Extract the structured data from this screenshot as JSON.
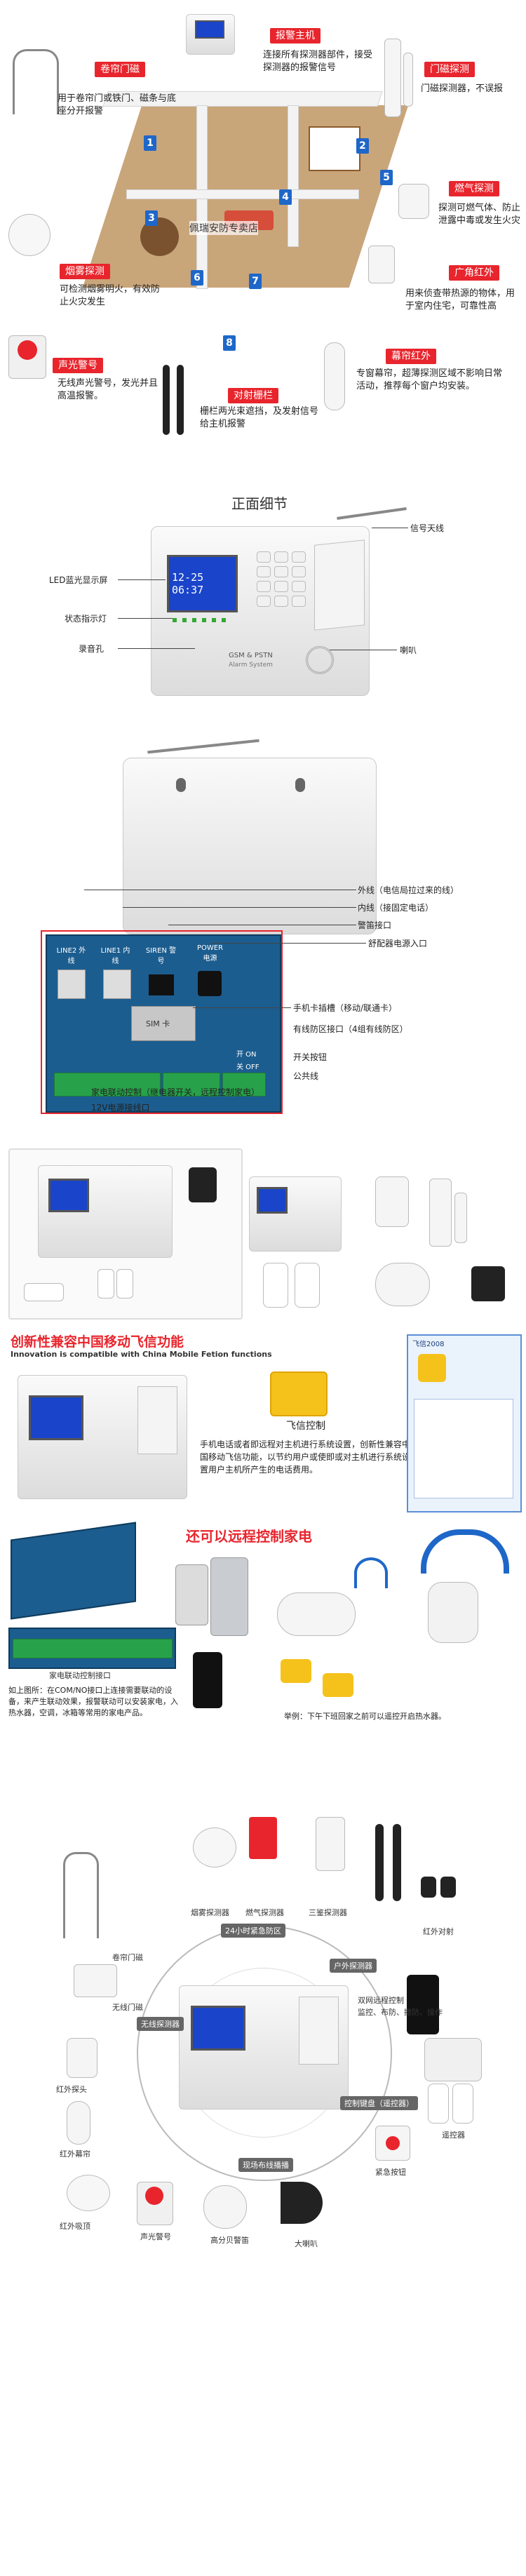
{
  "section1": {
    "center_label": "佩瑞安防专卖店",
    "items": [
      {
        "title": "卷帘门磁",
        "desc": "用于卷帘门或铁门、磁条与底座分开报警"
      },
      {
        "title": "报警主机",
        "desc": "连接所有探测器部件，接受探测器的报警信号"
      },
      {
        "title": "门磁探测",
        "desc": "门磁探测器，不误报"
      },
      {
        "title": "燃气探测",
        "desc": "探测可燃气体、防止泄露中毒或发生火灾"
      },
      {
        "title": "烟雾探测",
        "desc": "可检测烟雾明火，有效防止火灾发生"
      },
      {
        "title": "广角红外",
        "desc": "用来侦查带热源的物体，用于室内住宅，可靠性高"
      },
      {
        "title": "声光警号",
        "desc": "无线声光警号，发光并且高温报警。"
      },
      {
        "title": "对射栅栏",
        "desc": "栅栏两光束遮挡，及发射信号给主机报警"
      },
      {
        "title": "幕帘红外",
        "desc": "专窗幕帘，超薄探测区域不影响日常活动，推荐每个窗户均安装。"
      }
    ],
    "numbers": [
      "1",
      "2",
      "3",
      "4",
      "5",
      "6",
      "7",
      "8"
    ]
  },
  "section2": {
    "title": "正面细节",
    "callouts": {
      "antenna": "信号天线",
      "led": "LED蓝光显示屏",
      "status": "状态指示灯",
      "mic": "录音孔",
      "speaker": "喇叭"
    },
    "lcd_text": "12-25 06:37",
    "brand_line1": "GSM & PSTN",
    "brand_line2": "Alarm System"
  },
  "section3": {
    "callouts": {
      "ext_line": "外线（电信局拉过来的线）",
      "int_line": "内线（接固定电话）",
      "siren": "警笛接口",
      "power": "舒配器电源入口",
      "sim": "手机卡插槽（移动/联通卡）",
      "wired": "有线防区接口（4组有线防区）",
      "switch": "开关按钮",
      "common": "公共线",
      "relay": "家电联动控制（继电器开关，远程控制家电）",
      "dc12v": "12V电源接线口"
    },
    "board_labels": [
      "LINE2 外线",
      "LINE1 内线",
      "SIREN 警号",
      "POWER 电源"
    ],
    "sim_label": "SIM 卡",
    "switch_on": "开 ON",
    "switch_off": "关 OFF"
  },
  "section5": {
    "title": "创新性兼容中国移动飞信功能",
    "subtitle": "Innovation is compatible with China Mobile Fetion functions",
    "feixin_label": "飞信控制",
    "desc": "手机电话或者即远程对主机进行系统设置，创新性兼容中国移动飞信功能，以节约用户或使即或对主机进行系统设置用户主机所产生的电话费用。",
    "window_title": "飞信2008"
  },
  "section6": {
    "title": "还可以远程控制家电",
    "board_caption": "家电联动控制接口",
    "left_note": "如上图所：在COM/NO接口上连接需要联动的设备，来产生联动效果，报警联动可以安装家电，入热水器，空调，冰箱等常用的家电产品。",
    "right_note": "举例：下午下班回家之前可以遥控开启热水器。"
  },
  "section7": {
    "ring_labels": [
      "24小时紧急防区",
      "户外探测器",
      "无线探测器",
      "控制键盘（遥控器）",
      "现场布线播播"
    ],
    "devices": [
      "烟雾探测器",
      "燃气探测器",
      "三鉴探测器",
      "红外对射",
      "卷帘门磁",
      "无线门磁",
      "红外探头",
      "红外幕帘",
      "双网远程控制",
      "红外吸顶",
      "声光警号",
      "高分贝警笛",
      "大喇叭",
      "紧急按钮",
      "遥控器"
    ],
    "phone_note": "监控、布防、撤防、操作"
  },
  "colors": {
    "accent_red": "#e8252d",
    "lcd_blue": "#1a44c9",
    "num_blue": "#1e67c9",
    "pcb_blue": "#1c5d8f"
  }
}
